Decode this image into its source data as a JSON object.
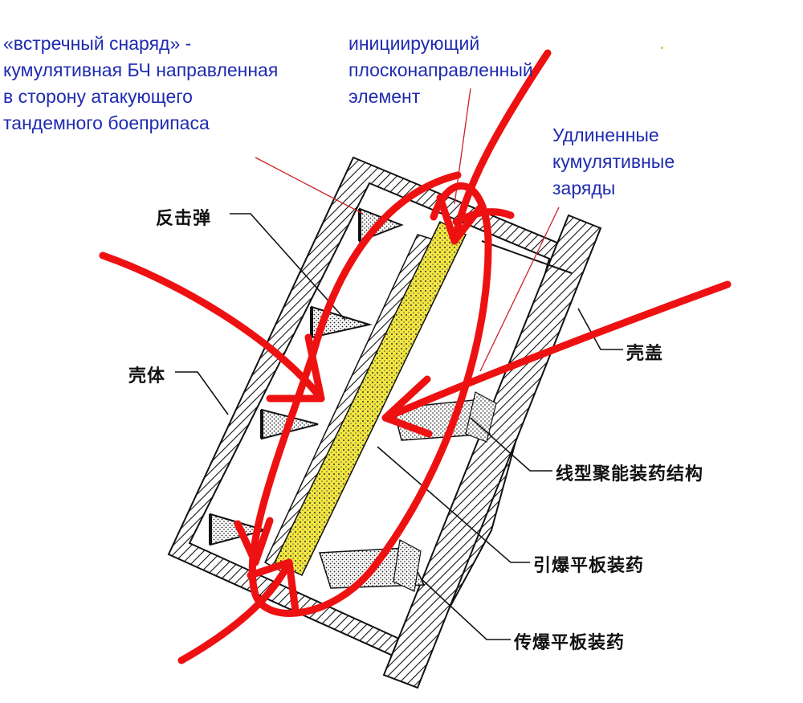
{
  "annotations_ru": {
    "counter_projectile": "«встречный снаряд» -\nкумулятивная БЧ направленная\nв сторону атакующего\nтандемного боеприпаса",
    "initiating_element": "инициирующий\nплосконаправленный\nэлемент",
    "elongated_charges": "Удлиненные\nкумулятивные\nзаряды"
  },
  "labels_cn": {
    "counter_projectile": "反击弹",
    "shell": "壳体",
    "lid": "壳盖",
    "linear_shaped_charge": "线型聚能装药结构",
    "detonating_plate_charge": "引爆平板装药",
    "booster_plate_charge": "传爆平板装药"
  },
  "colors": {
    "annotation_text": "#1f2bb0",
    "overlay_arrows": "#ee1111",
    "initiator_fill": "#f2e640",
    "leader_lines_red": "#cc2222",
    "drawing": "#111111"
  }
}
